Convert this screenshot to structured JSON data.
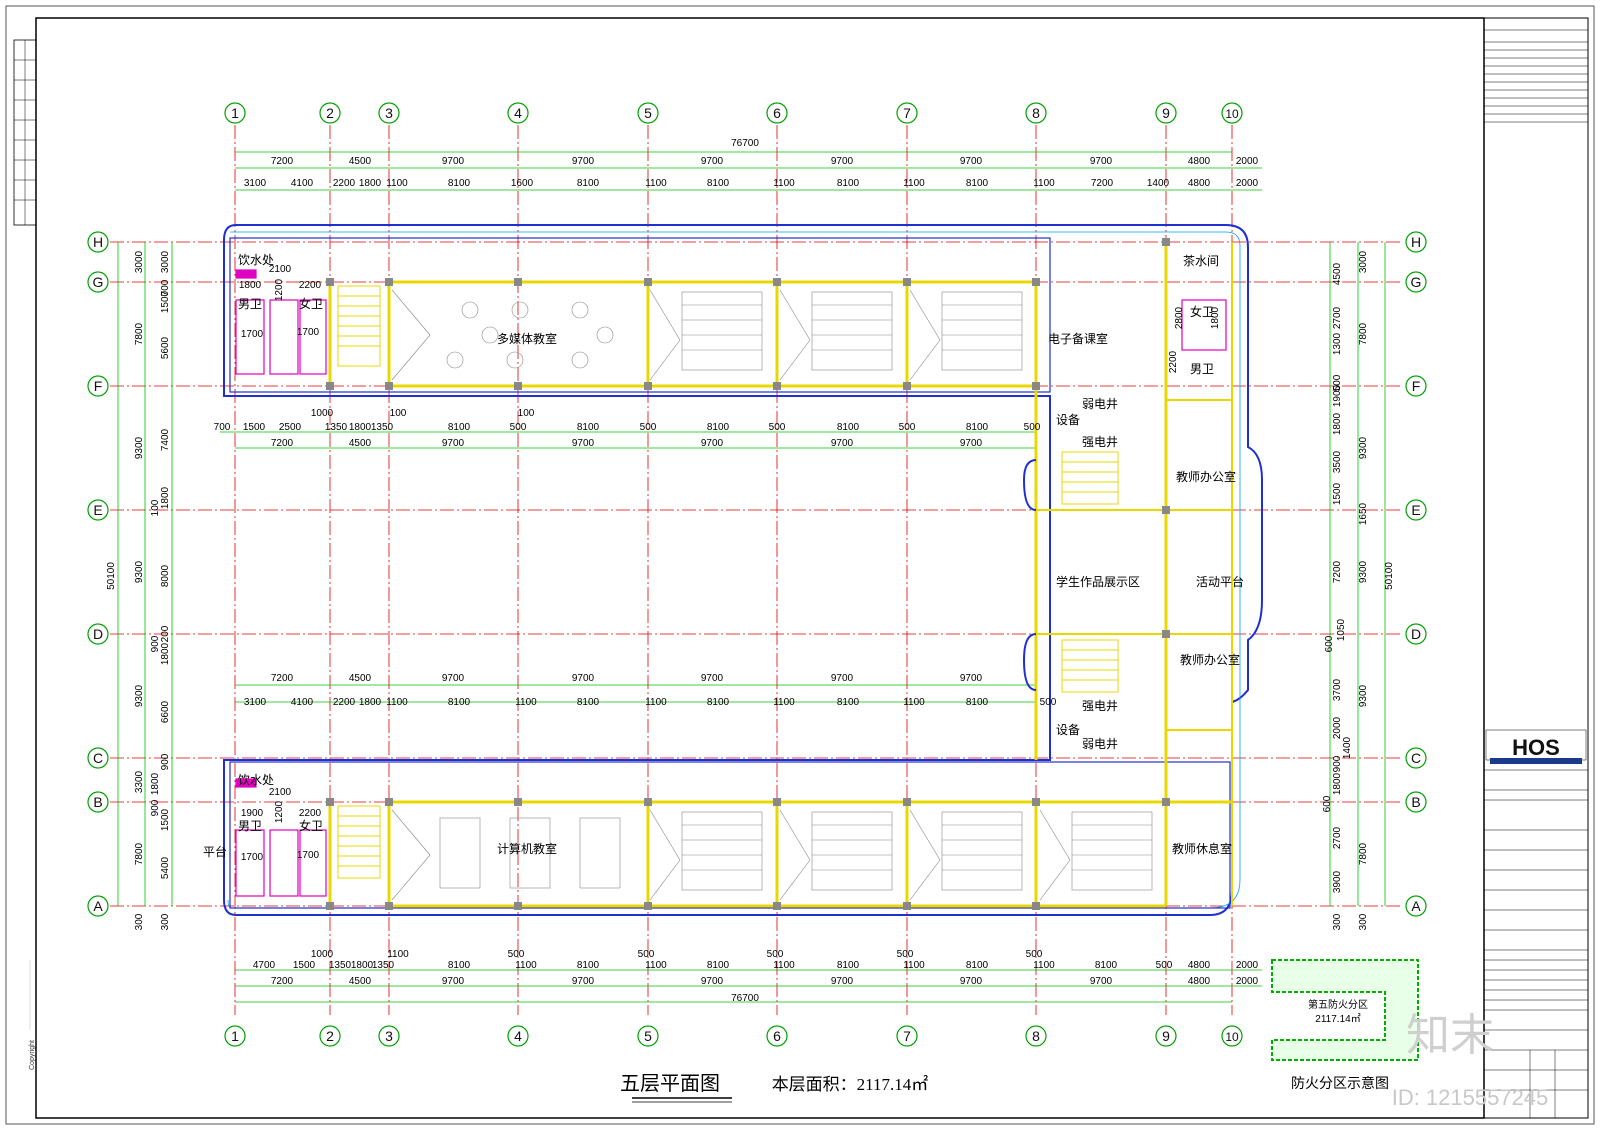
{
  "drawing": {
    "title": "五层平面图",
    "area_label": "本层面积：2117.14㎡",
    "fire_zone_caption": "防火分区示意图",
    "fire_zone_name": "第五防火分区",
    "fire_zone_area": "2117.14㎡"
  },
  "grid": {
    "columns": [
      "1",
      "2",
      "3",
      "4",
      "5",
      "6",
      "7",
      "8",
      "9",
      "10"
    ],
    "rows": [
      "H",
      "G",
      "F",
      "E",
      "D",
      "C",
      "B",
      "A"
    ]
  },
  "dimensions": {
    "overall_width": "76700",
    "overall_depth": "50100",
    "top_row1": [
      "7200",
      "4500",
      "9700",
      "9700",
      "9700",
      "9700",
      "9700",
      "9700",
      "4800",
      "2000"
    ],
    "top_row2": [
      "3100",
      "4100",
      "2200",
      "1800",
      "1100",
      "8100",
      "1600",
      "8100",
      "1100",
      "8100",
      "1100",
      "8100",
      "1100",
      "8100",
      "1100",
      "7200",
      "1400",
      "4800",
      "2000"
    ],
    "top_half_bottom": [
      "700",
      "1500",
      "2500",
      "1350",
      "1800",
      "1350",
      "1000",
      "100",
      "8100",
      "500",
      "8100",
      "500",
      "100",
      "8100",
      "500",
      "8100",
      "500",
      "8100",
      "500"
    ],
    "upper_middle_row": [
      "7200",
      "4500",
      "9700",
      "9700",
      "9700",
      "9700",
      "9700"
    ],
    "mid_row1": [
      "7200",
      "4500",
      "9700",
      "9700",
      "9700",
      "9700",
      "9700"
    ],
    "mid_row2": [
      "3100",
      "4100",
      "2200",
      "1800",
      "1100",
      "8100",
      "1100",
      "8100",
      "1100",
      "8100",
      "1100",
      "8100",
      "1100",
      "8100",
      "500"
    ],
    "bottom_row1": [
      "4700",
      "1500",
      "1000",
      "1350",
      "1800",
      "1350",
      "1100",
      "8100",
      "500",
      "1100",
      "8100",
      "500",
      "1100",
      "8100",
      "500",
      "1100",
      "8100",
      "500",
      "1100",
      "8100",
      "500",
      "1100",
      "8100",
      "500",
      "4800",
      "2000"
    ],
    "bottom_row2": [
      "7200",
      "4500",
      "9700",
      "9700",
      "9700",
      "9700",
      "9700",
      "9700",
      "4800",
      "2000"
    ],
    "left_outer": [
      "3000",
      "7800",
      "9300",
      "9300",
      "9300",
      "7800",
      "300"
    ],
    "left_inner": [
      "3000",
      "700",
      "1500",
      "5600",
      "7400",
      "100",
      "1800",
      "8000",
      "200",
      "1800",
      "900",
      "6600",
      "900",
      "3300",
      "1800",
      "1500",
      "5400",
      "900",
      "300"
    ],
    "right_outer": [
      "3000",
      "7800",
      "9300",
      "9300",
      "9300",
      "7800",
      "300"
    ],
    "right_inner": [
      "4500",
      "2700",
      "1300",
      "500",
      "1900",
      "1800",
      "3500",
      "1500",
      "1650",
      "7200",
      "600",
      "1050",
      "3700",
      "2000",
      "1400",
      "900",
      "1800",
      "600",
      "2700",
      "3900",
      "300"
    ]
  },
  "rooms": {
    "drinking_top": "饮水处",
    "male_wc_top": "男卫",
    "female_wc_top": "女卫",
    "multimedia": "多媒体教室",
    "prep_room": "电子备课室",
    "tea_room": "茶水间",
    "female_wc_right": "女卫",
    "male_wc_right": "男卫",
    "equipment_top": "设备",
    "weak_elec_top": "弱电井",
    "strong_elec_top": "强电井",
    "teacher_office_1": "教师办公室",
    "exhibition": "学生作品展示区",
    "activity": "活动平台",
    "teacher_office_2": "教师办公室",
    "strong_elec_bottom": "强电井",
    "equipment_bottom": "设备",
    "weak_elec_bottom": "弱电井",
    "drinking_bottom": "饮水处",
    "male_wc_bottom": "男卫",
    "female_wc_bottom": "女卫",
    "platform": "平台",
    "computer_room": "计算机教室",
    "teacher_lounge": "教师休息室"
  },
  "small_dims": {
    "wc_top_1800": "1800",
    "wc_top_2100": "2100",
    "wc_top_2200": "2200",
    "wc_top_1200": "1200",
    "wc_top_1700a": "1700",
    "wc_top_1700b": "1700",
    "wc_bot_1900": "1900",
    "wc_bot_2100": "2100",
    "wc_bot_2200": "2200",
    "wc_bot_1200": "1200",
    "wc_bot_1700a": "1700",
    "wc_bot_1700b": "1700",
    "r_2800": "2800",
    "r_1800": "1800",
    "r_2200": "2200"
  },
  "title_block": {
    "logo": "HOS",
    "watermark_brand": "知末",
    "id_text": "ID: 1215557245",
    "copyright": "Copyright"
  },
  "colors": {
    "axis": "#00a000",
    "grid_line": "#e00000",
    "wall_blue": "#2030d0",
    "wall_yellow": "#e8d800",
    "magenta": "#e000c0",
    "dim_green": "#00c000"
  }
}
